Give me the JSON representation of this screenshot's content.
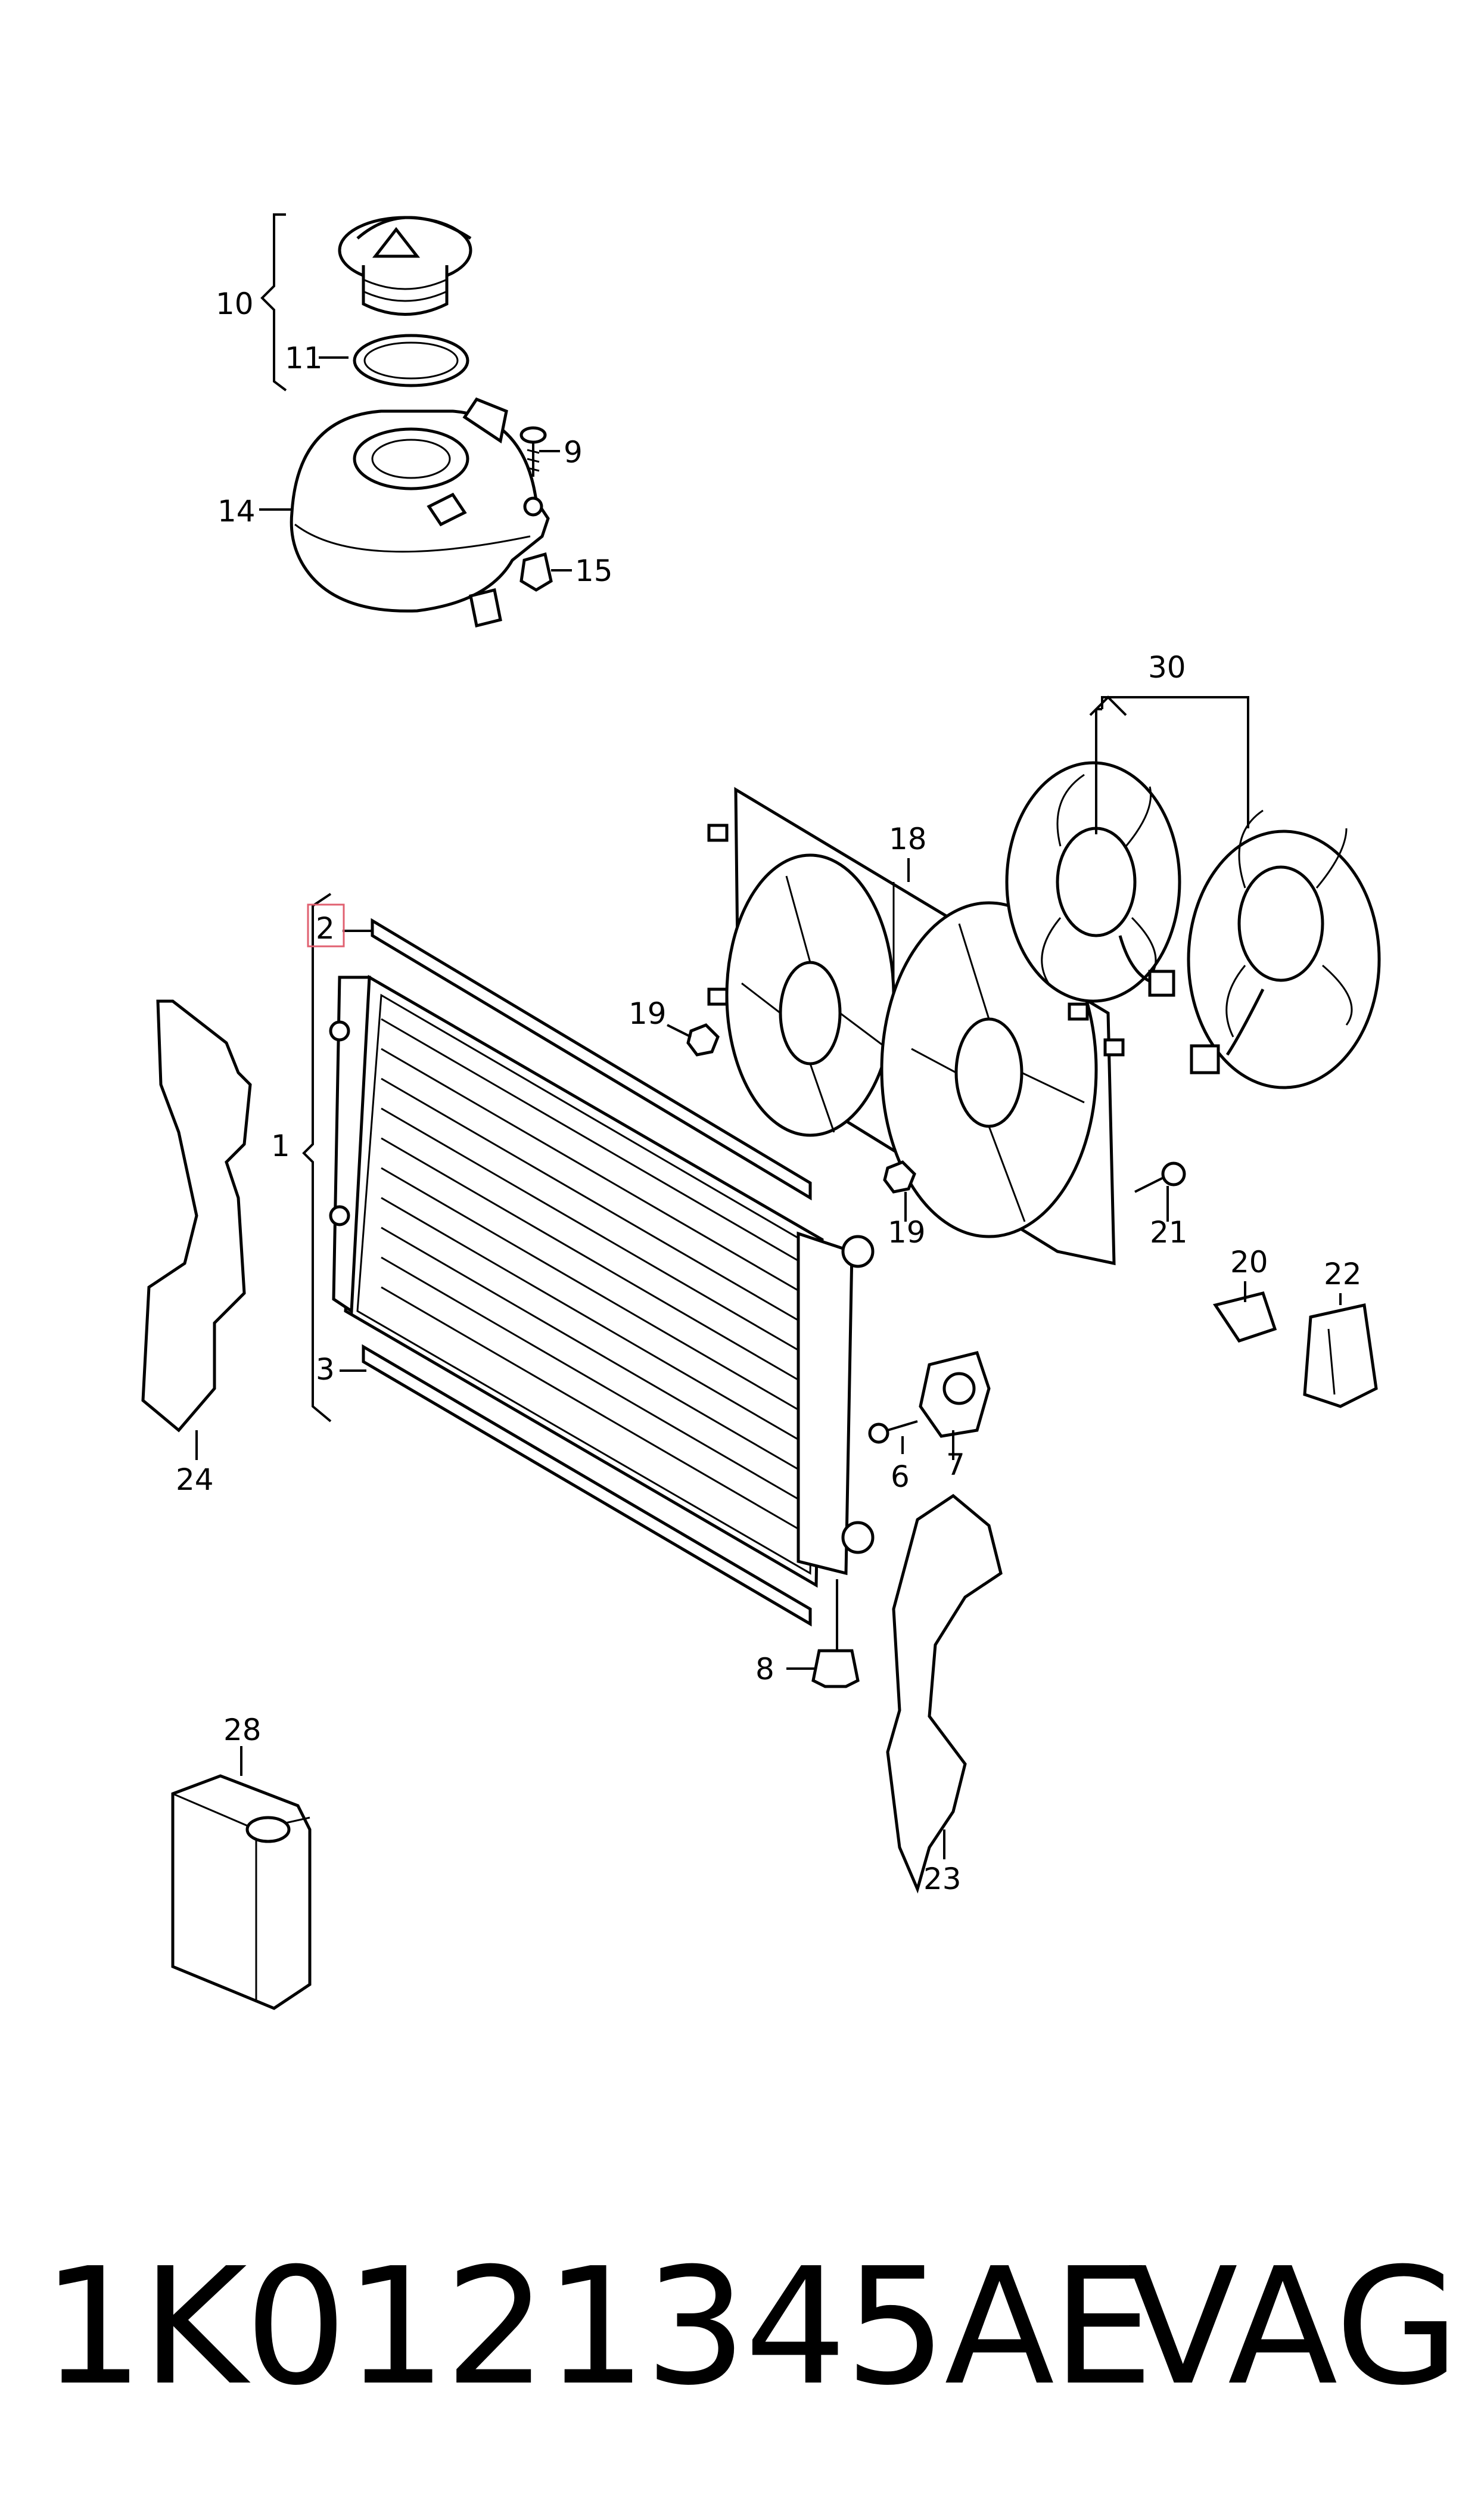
{
  "callouts": {
    "c1": "1",
    "c2": "2",
    "c3": "3",
    "c6": "6",
    "c7": "7",
    "c8": "8",
    "c9": "9",
    "c10": "10",
    "c11": "11",
    "c14": "14",
    "c15": "15",
    "c18": "18",
    "c19a": "19",
    "c19b": "19",
    "c20": "20",
    "c21": "21",
    "c22": "22",
    "c23": "23",
    "c24": "24",
    "c28": "28",
    "c30": "30"
  },
  "highlight_color": "#e06070",
  "footer": {
    "part_number": "1K0121345AE",
    "brand": "VAG"
  }
}
